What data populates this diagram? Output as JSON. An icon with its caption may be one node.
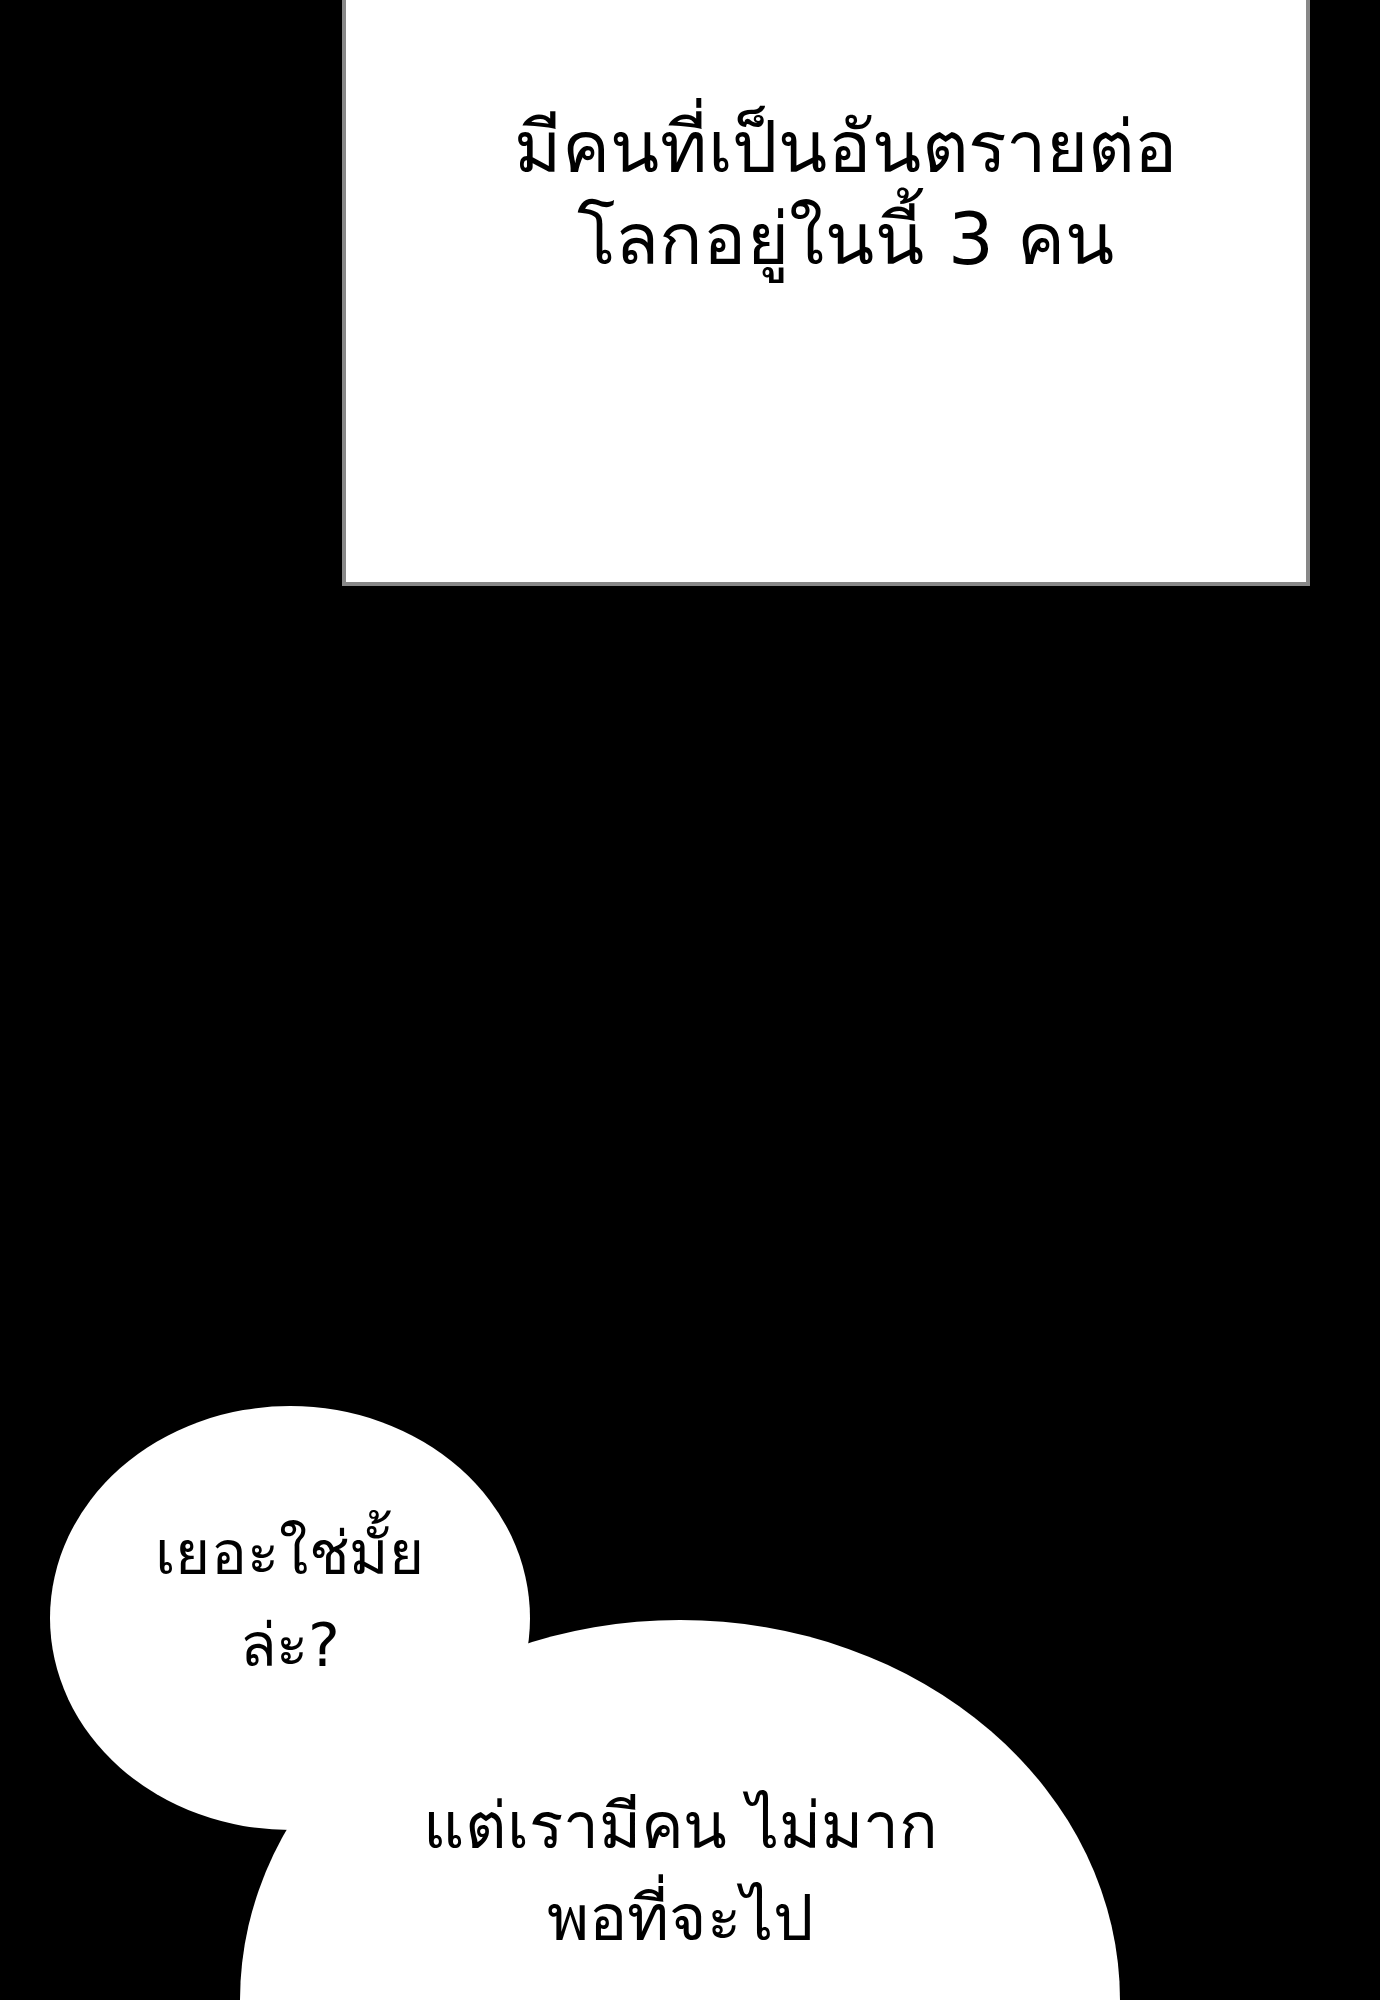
{
  "diagram": {
    "nodes": [
      {
        "text": [
          "มีคนที่เป็นอันตรายต่อโลกอยู่ในนี้ 3 คน"
        ]
      },
      {
        "text": [
          "เยอะใช่มั้ยล่ะ?"
        ]
      },
      {
        "text": [
          "แต่เรามีคน ไม่มากพอที่จะไป"
        ]
      }
    ]
  }
}
